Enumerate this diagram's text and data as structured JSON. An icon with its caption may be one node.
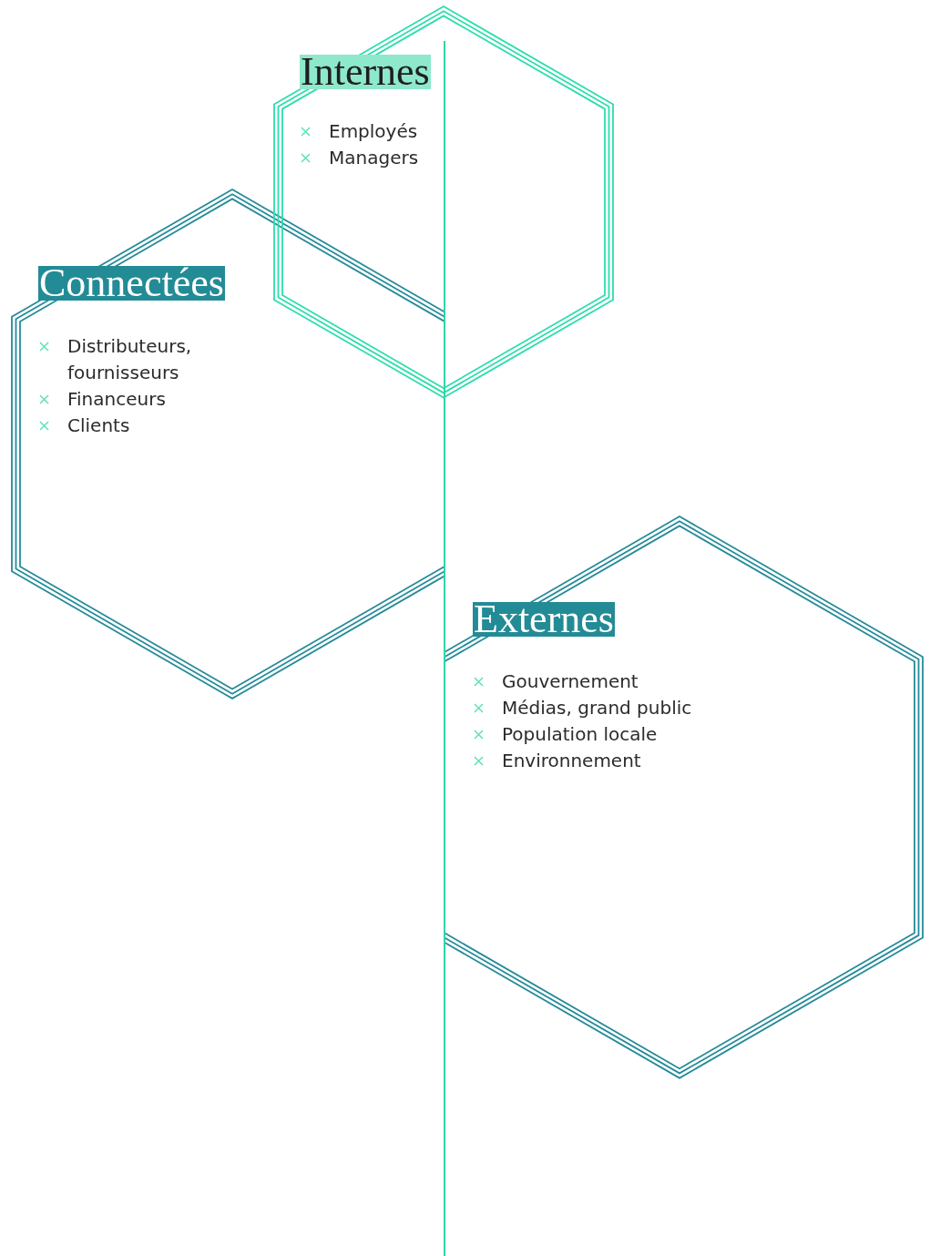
{
  "diagram": {
    "nodes": [
      {
        "text": [
          "Internes",
          "Employés",
          "Managers"
        ]
      },
      {
        "text": [
          "Connectées",
          "Distributeurs, fournisseurs",
          "Financeurs",
          "Clients"
        ]
      },
      {
        "text": [
          "Externes",
          "Gouvernement",
          "Médias, grand public",
          "Population locale",
          "Environnement"
        ]
      }
    ]
  }
}
